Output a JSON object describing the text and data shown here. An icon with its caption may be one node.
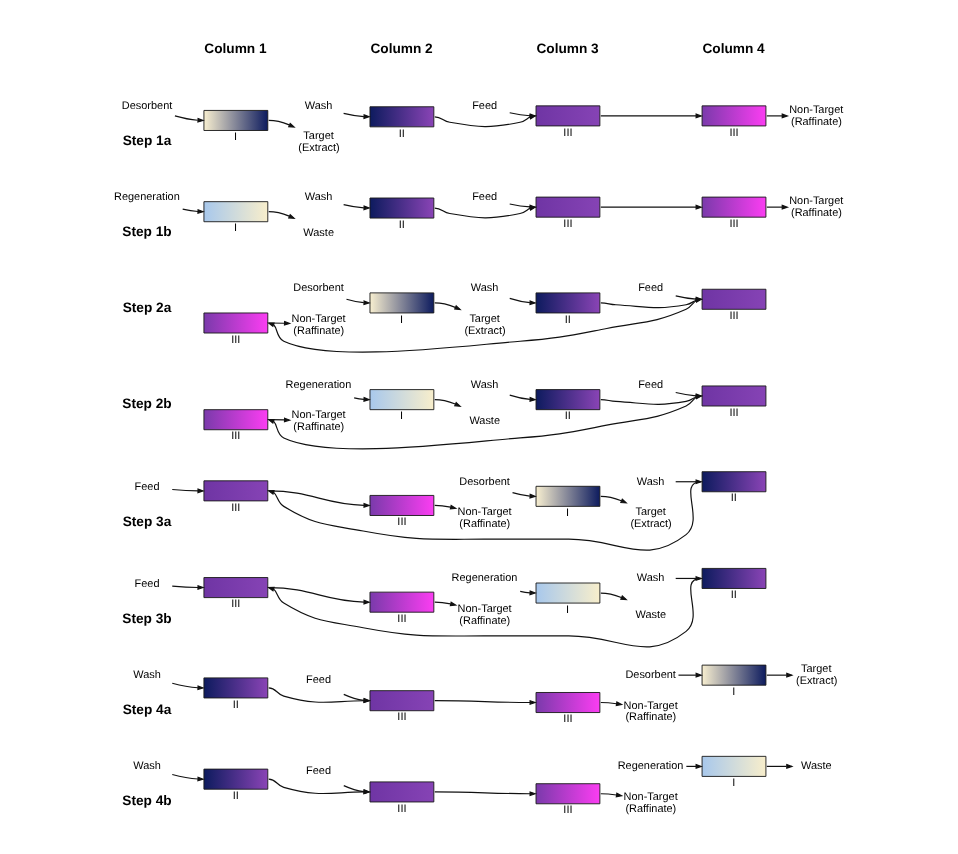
{
  "diagram": {
    "nodes": [
      {
        "text": [
          "Desorbent"
        ]
      },
      {
        "text": [],
        "shape": "box",
        "beside": [
          "I"
        ]
      },
      {
        "text": [
          "Target (Extract)"
        ]
      },
      {
        "text": [
          "Wash"
        ]
      },
      {
        "text": [],
        "shape": "box",
        "beside": [
          "II"
        ]
      },
      {
        "text": [
          "Feed"
        ]
      },
      {
        "text": [],
        "shape": "box",
        "beside": [
          "III"
        ]
      },
      {
        "text": [],
        "shape": "box",
        "beside": [
          "III"
        ]
      },
      {
        "text": [
          "Non-Target (Raffinate)"
        ]
      },
      {
        "text": [
          "Regeneration"
        ]
      },
      {
        "text": [],
        "shape": "box",
        "beside": [
          "I"
        ]
      },
      {
        "text": [
          "Waste"
        ]
      },
      {
        "text": [
          "Wash"
        ]
      },
      {
        "text": [],
        "shape": "box",
        "beside": [
          "II"
        ]
      },
      {
        "text": [
          "Feed"
        ]
      },
      {
        "text": [],
        "shape": "box",
        "beside": [
          "III"
        ]
      },
      {
        "text": [],
        "shape": "box",
        "beside": [
          "III"
        ]
      },
      {
        "text": [
          "Non-Target (Raffinate)"
        ]
      },
      {
        "text": [],
        "shape": "box",
        "beside": [
          "III"
        ]
      },
      {
        "text": [
          "Non-Target (Raffinate)"
        ]
      },
      {
        "text": [
          "Desorbent"
        ]
      },
      {
        "text": [],
        "shape": "box",
        "beside": [
          "I"
        ]
      },
      {
        "text": [
          "Target (Extract)"
        ]
      },
      {
        "text": [
          "Wash"
        ]
      },
      {
        "text": [],
        "shape": "box",
        "beside": [
          "II"
        ]
      },
      {
        "text": [
          "Feed"
        ]
      },
      {
        "text": [],
        "shape": "box",
        "beside": [
          "III"
        ]
      },
      {
        "text": [],
        "shape": "box",
        "beside": [
          "III"
        ]
      },
      {
        "text": [
          "Non-Target (Raffinate)"
        ]
      },
      {
        "text": [
          "Regeneration"
        ]
      },
      {
        "text": [],
        "shape": "box",
        "beside": [
          "I"
        ]
      },
      {
        "text": [
          "Waste"
        ]
      },
      {
        "text": [
          "Wash"
        ]
      },
      {
        "text": [],
        "shape": "box",
        "beside": [
          "II"
        ]
      },
      {
        "text": [
          "Feed"
        ]
      },
      {
        "text": [],
        "shape": "box",
        "beside": [
          "III"
        ]
      },
      {
        "text": [
          "Feed"
        ]
      },
      {
        "text": [],
        "shape": "box",
        "beside": [
          "III"
        ]
      },
      {
        "text": [],
        "shape": "box",
        "beside": [
          "III"
        ]
      },
      {
        "text": [
          "Non-Target (Raffinate)"
        ]
      },
      {
        "text": [
          "Desorbent"
        ]
      },
      {
        "text": [],
        "shape": "box",
        "beside": [
          "I"
        ]
      },
      {
        "text": [
          "Target (Extract)"
        ]
      },
      {
        "text": [
          "Wash"
        ]
      },
      {
        "text": [],
        "shape": "box",
        "beside": [
          "II"
        ]
      },
      {
        "text": [
          "Feed"
        ]
      },
      {
        "text": [],
        "shape": "box",
        "beside": [
          "III"
        ]
      },
      {
        "text": [],
        "shape": "box",
        "beside": [
          "III"
        ]
      },
      {
        "text": [
          "Non-Target (Raffinate)"
        ]
      },
      {
        "text": [
          "Regeneration"
        ]
      },
      {
        "text": [],
        "shape": "box",
        "beside": [
          "I"
        ]
      },
      {
        "text": [
          "Waste"
        ]
      },
      {
        "text": [
          "Wash"
        ]
      },
      {
        "text": [],
        "shape": "box",
        "beside": [
          "II"
        ]
      },
      {
        "text": [
          "Wash"
        ]
      },
      {
        "text": [],
        "shape": "box",
        "beside": [
          "II"
        ]
      },
      {
        "text": [
          "Feed"
        ]
      },
      {
        "text": [],
        "shape": "box",
        "beside": [
          "III"
        ]
      },
      {
        "text": [],
        "shape": "box",
        "beside": [
          "III"
        ]
      },
      {
        "text": [
          "Non-Target (Raffinate)"
        ]
      },
      {
        "text": [
          "Desorbent"
        ]
      },
      {
        "text": [],
        "shape": "box",
        "beside": [
          "I"
        ]
      },
      {
        "text": [
          "Target (Extract)"
        ]
      },
      {
        "text": [
          "Wash"
        ]
      },
      {
        "text": [],
        "shape": "box",
        "beside": [
          "II"
        ]
      },
      {
        "text": [
          "Feed"
        ]
      },
      {
        "text": [],
        "shape": "box",
        "beside": [
          "III"
        ]
      },
      {
        "text": [],
        "shape": "box",
        "beside": [
          "III"
        ]
      },
      {
        "text": [
          "Non-Target (Raffinate)"
        ]
      },
      {
        "text": [
          "Regeneration"
        ]
      },
      {
        "text": [],
        "shape": "box",
        "beside": [
          "I"
        ]
      },
      {
        "text": [
          "Waste"
        ]
      }
    ],
    "edges": [
      {
        "from": 0,
        "to": 1,
        "arrow": "to"
      },
      {
        "from": 1,
        "to": 2,
        "arrow": "to"
      },
      {
        "from": 3,
        "to": 4,
        "arrow": "to"
      },
      {
        "from": 4,
        "to": 6,
        "arrow": "to"
      },
      {
        "from": 5,
        "to": 6,
        "arrow": "to"
      },
      {
        "from": 6,
        "to": 7,
        "arrow": "to"
      },
      {
        "from": 7,
        "to": 8,
        "arrow": "to"
      },
      {
        "from": 9,
        "to": 10,
        "arrow": "to"
      },
      {
        "from": 10,
        "to": 11,
        "arrow": "to"
      },
      {
        "from": 12,
        "to": 13,
        "arrow": "to"
      },
      {
        "from": 13,
        "to": 15,
        "arrow": "to"
      },
      {
        "from": 14,
        "to": 15,
        "arrow": "to"
      },
      {
        "from": 15,
        "to": 16,
        "arrow": "to"
      },
      {
        "from": 16,
        "to": 17,
        "arrow": "to"
      },
      {
        "from": 26,
        "to": 18,
        "arrow": "to"
      },
      {
        "from": 18,
        "to": 19,
        "arrow": "to"
      },
      {
        "from": 20,
        "to": 21,
        "arrow": "to"
      },
      {
        "from": 21,
        "to": 22,
        "arrow": "to"
      },
      {
        "from": 23,
        "to": 24,
        "arrow": "to"
      },
      {
        "from": 24,
        "to": 26,
        "arrow": "to"
      },
      {
        "from": 25,
        "to": 26,
        "arrow": "to"
      },
      {
        "from": 35,
        "to": 27,
        "arrow": "to"
      },
      {
        "from": 27,
        "to": 28,
        "arrow": "to"
      },
      {
        "from": 29,
        "to": 30,
        "arrow": "to"
      },
      {
        "from": 30,
        "to": 31,
        "arrow": "to"
      },
      {
        "from": 32,
        "to": 33,
        "arrow": "to"
      },
      {
        "from": 33,
        "to": 35,
        "arrow": "to"
      },
      {
        "from": 34,
        "to": 35,
        "arrow": "to"
      },
      {
        "from": 36,
        "to": 37,
        "arrow": "to"
      },
      {
        "from": 44,
        "to": 37,
        "arrow": "to"
      },
      {
        "from": 37,
        "to": 38,
        "arrow": "to"
      },
      {
        "from": 38,
        "to": 39,
        "arrow": "to"
      },
      {
        "from": 40,
        "to": 41,
        "arrow": "to"
      },
      {
        "from": 41,
        "to": 42,
        "arrow": "to"
      },
      {
        "from": 43,
        "to": 44,
        "arrow": "to"
      },
      {
        "from": 45,
        "to": 46,
        "arrow": "to"
      },
      {
        "from": 53,
        "to": 46,
        "arrow": "to"
      },
      {
        "from": 46,
        "to": 47,
        "arrow": "to"
      },
      {
        "from": 47,
        "to": 48,
        "arrow": "to"
      },
      {
        "from": 49,
        "to": 50,
        "arrow": "to"
      },
      {
        "from": 50,
        "to": 51,
        "arrow": "to"
      },
      {
        "from": 52,
        "to": 53,
        "arrow": "to"
      },
      {
        "from": 54,
        "to": 55,
        "arrow": "to"
      },
      {
        "from": 55,
        "to": 57,
        "arrow": "to"
      },
      {
        "from": 56,
        "to": 57,
        "arrow": "to"
      },
      {
        "from": 57,
        "to": 58,
        "arrow": "to"
      },
      {
        "from": 58,
        "to": 59,
        "arrow": "to"
      },
      {
        "from": 60,
        "to": 61,
        "arrow": "to"
      },
      {
        "from": 61,
        "to": 62,
        "arrow": "to"
      },
      {
        "from": 63,
        "to": 64,
        "arrow": "to"
      },
      {
        "from": 64,
        "to": 66,
        "arrow": "to"
      },
      {
        "from": 65,
        "to": 66,
        "arrow": "to"
      },
      {
        "from": 66,
        "to": 67,
        "arrow": "to"
      },
      {
        "from": 67,
        "to": 68,
        "arrow": "to"
      },
      {
        "from": 69,
        "to": 70,
        "arrow": "to"
      },
      {
        "from": 70,
        "to": 71,
        "arrow": "to"
      }
    ],
    "labels": [
      "Column 1",
      "Column 2",
      "Column 3",
      "Column 4",
      "Step 1a",
      "Step 1b",
      "Step 2a",
      "Step 2b",
      "Step 3a",
      "Step 3b",
      "Step 4a",
      "Step 4b"
    ]
  }
}
